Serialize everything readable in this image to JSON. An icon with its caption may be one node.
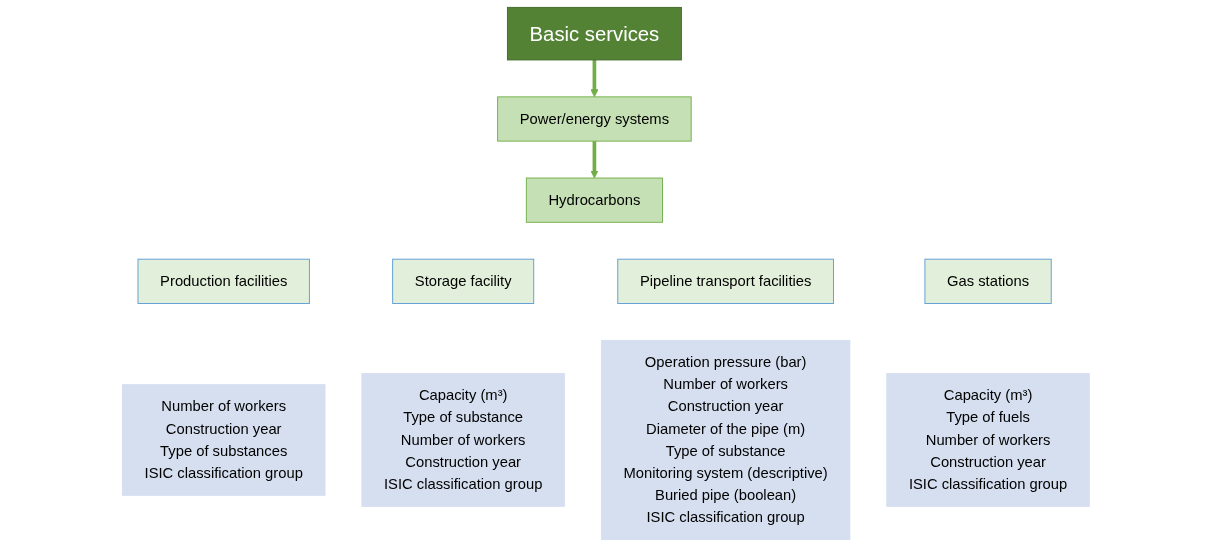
{
  "diagram": {
    "nodes": [
      {
        "text": [
          "Basic services"
        ]
      },
      {
        "text": [
          "Power/energy systems"
        ]
      },
      {
        "text": [
          "Hydrocarbons"
        ]
      },
      {
        "text": [
          "Production facilities"
        ]
      },
      {
        "text": [
          "Storage facility"
        ]
      },
      {
        "text": [
          "Pipeline transport facilities"
        ]
      },
      {
        "text": [
          "Gas stations"
        ]
      },
      {
        "text": [
          "Number of workers",
          "Construction year",
          "Type of substances",
          "ISIC classification group"
        ]
      },
      {
        "text": [
          "Capacity (m³)",
          "Type of substance",
          "Number of workers",
          "Construction year",
          "ISIC classification group"
        ]
      },
      {
        "text": [
          "Operation pressure (bar)",
          "Number of workers",
          "Construction year",
          "Diameter of the pipe (m)",
          "Type of substance",
          "Monitoring system (descriptive)",
          "Buried pipe (boolean)",
          "ISIC classification group"
        ]
      },
      {
        "text": [
          "Capacity (m³)",
          "Type of fuels",
          "Number of workers",
          "Construction year",
          "ISIC classification group"
        ]
      }
    ],
    "edges": [
      {
        "from": 0,
        "to": 1,
        "arrow": "to"
      },
      {
        "from": 1,
        "to": 2,
        "arrow": "to"
      }
    ]
  }
}
